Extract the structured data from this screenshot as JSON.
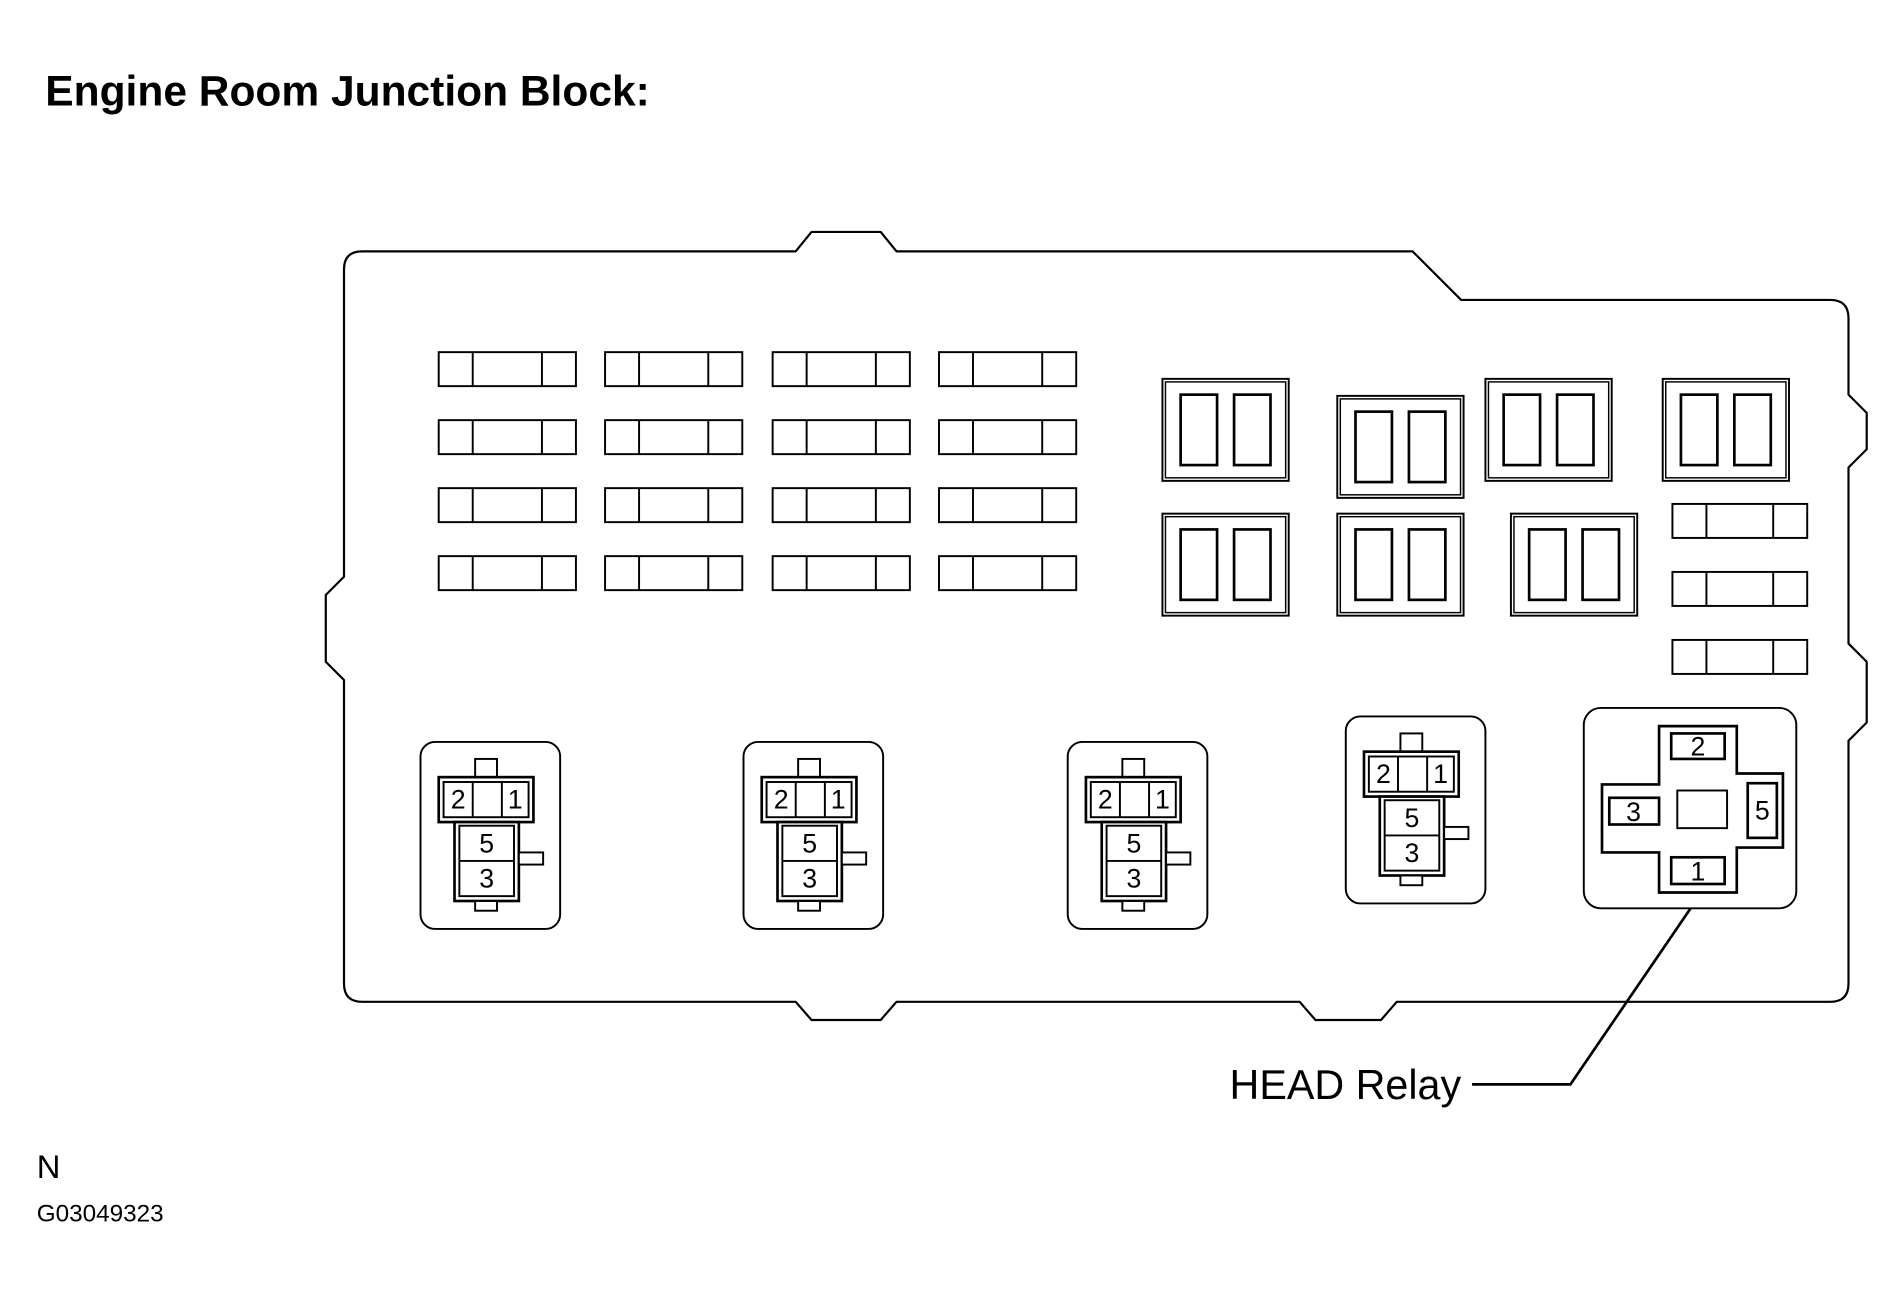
{
  "title": "Engine Room Junction Block:",
  "head_relay": {
    "label": "HEAD Relay",
    "pins": {
      "top": "2",
      "left": "3",
      "right": "5",
      "bottom": "1"
    }
  },
  "small_relays": [
    {
      "pins": {
        "left": "2",
        "right": "1",
        "upper": "5",
        "lower": "3"
      }
    },
    {
      "pins": {
        "left": "2",
        "right": "1",
        "upper": "5",
        "lower": "3"
      }
    },
    {
      "pins": {
        "left": "2",
        "right": "1",
        "upper": "5",
        "lower": "3"
      }
    },
    {
      "pins": {
        "left": "2",
        "right": "1",
        "upper": "5",
        "lower": "3"
      }
    }
  ],
  "footer": {
    "orientation_mark": "N",
    "figure_id": "G03049323"
  },
  "colors": {
    "line": "#000000",
    "background": "#ffffff"
  }
}
